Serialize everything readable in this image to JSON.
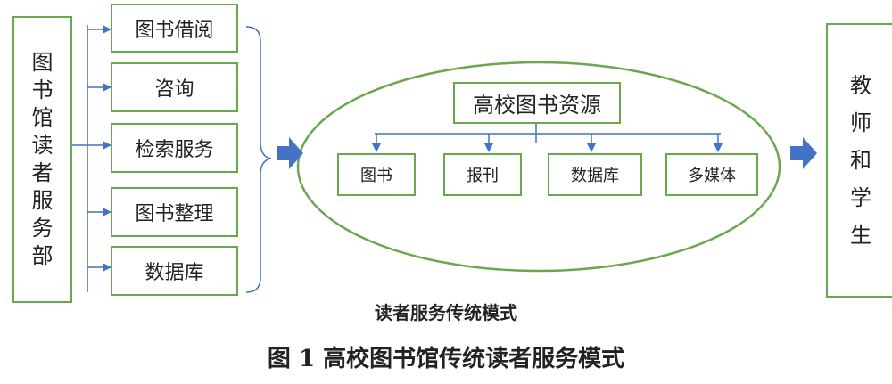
{
  "left_department": {
    "chars": [
      "图",
      "书",
      "馆",
      "读",
      "者",
      "服",
      "务",
      "部"
    ]
  },
  "services": [
    "图书借阅",
    "咨询",
    "检索服务",
    "图书整理",
    "数据库"
  ],
  "resources": {
    "title": "高校图书资源",
    "items": [
      "图书",
      "报刊",
      "数据库",
      "多媒体"
    ]
  },
  "recipients": {
    "chars": [
      "教",
      "师",
      "和",
      "学",
      "生"
    ]
  },
  "captions": {
    "subtitle": "读者服务传统模式",
    "figure": "图 1  高校图书馆传统读者服务模式"
  },
  "colors": {
    "box_border": "#6aa84f",
    "arrow": "#4472c4",
    "line": "#4472c4"
  }
}
